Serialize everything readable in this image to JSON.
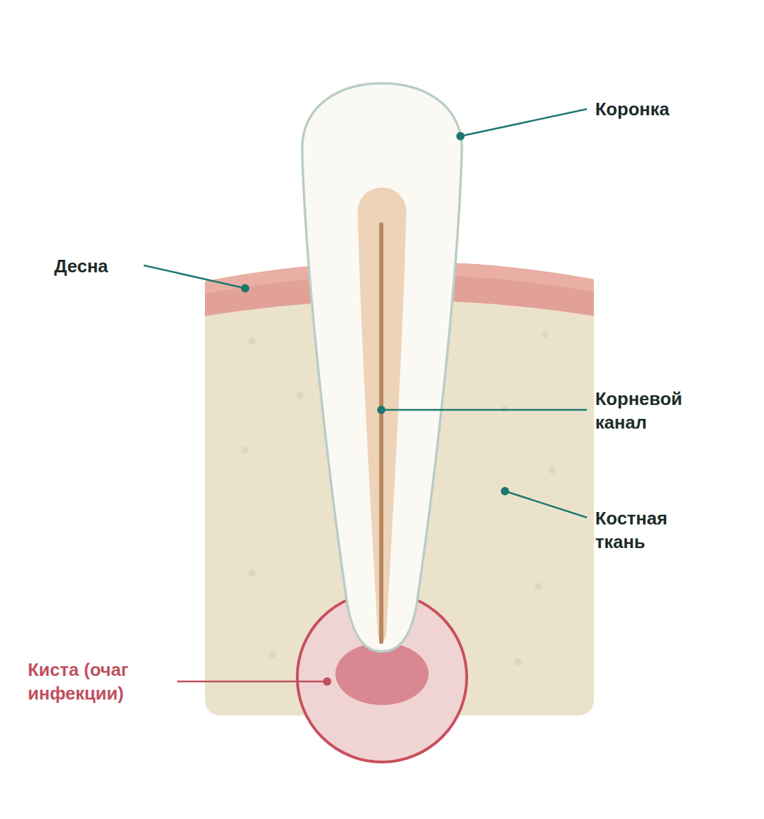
{
  "diagram": {
    "labels": [
      "Коронка",
      "Десна",
      "Корневой канал",
      "Костная ткань",
      "Киста (очаг инфекции)"
    ]
  }
}
